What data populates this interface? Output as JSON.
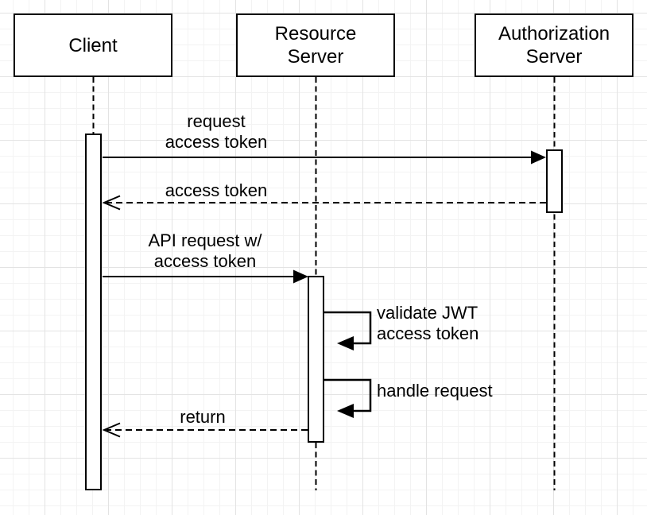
{
  "diagram_type": "uml-sequence",
  "colors": {
    "line": "#000000",
    "shape_fill": "#ffffff",
    "background": "#ffffff",
    "grid_minor": "#f3f3f3",
    "grid_major": "#e3e3e3",
    "text": "#000000"
  },
  "actors": [
    {
      "id": "client",
      "label": "Client"
    },
    {
      "id": "resource-server",
      "label": "Resource\nServer"
    },
    {
      "id": "authorization-server",
      "label": "Authorization\nServer"
    }
  ],
  "messages": [
    {
      "label": "request\naccess token",
      "from": "Client",
      "to": "Authorization Server",
      "line": "solid",
      "arrowhead": "filled"
    },
    {
      "label": "access token",
      "from": "Authorization Server",
      "to": "Client",
      "line": "dashed",
      "arrowhead": "open"
    },
    {
      "label": "API request w/\naccess token",
      "from": "Client",
      "to": "Resource Server",
      "line": "solid",
      "arrowhead": "filled"
    },
    {
      "label": "validate JWT\naccess token",
      "from": "Resource Server",
      "to": "Resource Server",
      "line": "solid",
      "arrowhead": "filled",
      "self_message": true
    },
    {
      "label": "handle request",
      "from": "Resource Server",
      "to": "Resource Server",
      "line": "solid",
      "arrowhead": "filled",
      "self_message": true
    },
    {
      "label": "return",
      "from": "Resource Server",
      "to": "Client",
      "line": "dashed",
      "arrowhead": "open"
    }
  ]
}
